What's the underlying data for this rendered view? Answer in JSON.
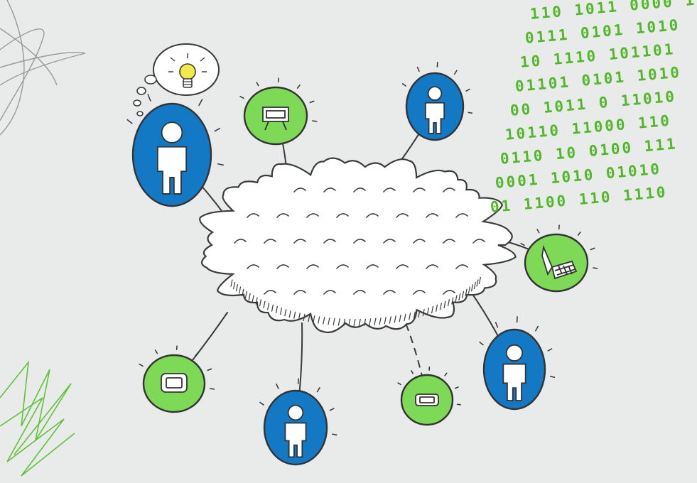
{
  "colors": {
    "background": "#e9eaea",
    "ink": "#333333",
    "blue": "#1479c4",
    "green": "#7ed957",
    "binary_green": "#52b82a",
    "cloud": "#ffffff",
    "bulb": "#f2e94a"
  },
  "binary_rows": [
    "110 1011 0000 1",
    "0111 0101 1010",
    "10 1110 101101",
    "01101 0101 1010",
    "00 1011 0 11010",
    "10110 11000 110",
    "0110 10 0100 111",
    "0001 1010 01010",
    "01 1100 110 1110"
  ],
  "nodes": [
    {
      "kind": "person",
      "fill": "blue",
      "icon": "person-icon"
    },
    {
      "kind": "presentation",
      "fill": "green",
      "icon": "presentation-board-icon"
    },
    {
      "kind": "person",
      "fill": "blue",
      "icon": "person-icon"
    },
    {
      "kind": "laptop",
      "fill": "green",
      "icon": "laptop-icon"
    },
    {
      "kind": "person",
      "fill": "blue",
      "icon": "person-icon"
    },
    {
      "kind": "phone",
      "fill": "green",
      "icon": "mobile-phone-icon"
    },
    {
      "kind": "person",
      "fill": "blue",
      "icon": "person-icon"
    },
    {
      "kind": "tablet",
      "fill": "green",
      "icon": "tablet-icon"
    }
  ],
  "thought_icon": "lightbulb-icon",
  "center_icon": "cloud-icon"
}
